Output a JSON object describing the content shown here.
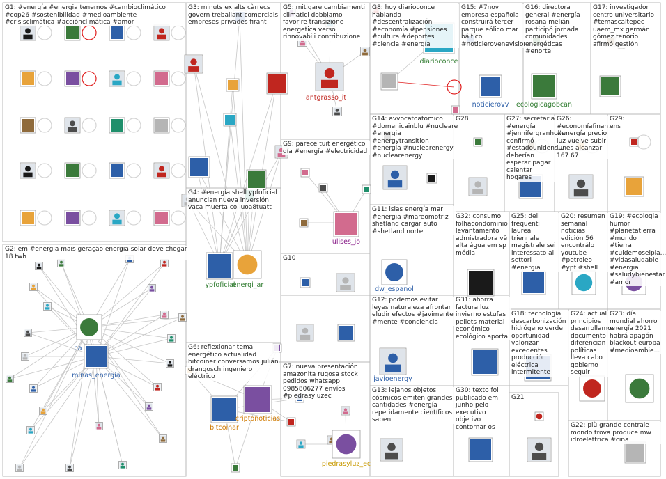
{
  "groups": [
    {
      "id": "G1",
      "label": "G1: #energía #energia tenemos #cambioclimático #cop26 #sostenibilidad #medioambiente #crisisclimática #acciónclimática #amor"
    },
    {
      "id": "G2",
      "label": "G2: em #energia mais geração energia solar deve chegar 18 twh"
    },
    {
      "id": "G3",
      "label": "G3: minuts ex alts càrrecs govern treballant comercials empreses privades firant"
    },
    {
      "id": "G4",
      "label": "G4: #energía shell ypfoficial anuncian nueva inversión vaca muerta co iuoa8tuatt"
    },
    {
      "id": "G5",
      "label": "G5: mitigare cambiamenti climatici dobbiamo favorire transizione energetica verso rinnovabili contribuzione"
    },
    {
      "id": "G6",
      "label": "G6: reflexionar tema energético actualidad bitcoiner conversamos julián drangosch ingeniero eléctrico"
    },
    {
      "id": "G7",
      "label": "G7: nueva presentación amazonita rugosa stock pedidos whatsapp 0985806277 envíos #piedrasyluzec"
    },
    {
      "id": "G8",
      "label": "G8: hoy diarioconce hablando #descentralización #economía #pensiones #cultura #deportes #ciencia #energía"
    },
    {
      "id": "G9",
      "label": "G9: parece tuit energético día #energía #electricidad"
    },
    {
      "id": "G10",
      "label": "G10"
    },
    {
      "id": "G11",
      "label": "G11: islas energía mar #energia #mareomotriz shetland cargar auto #shetland norte"
    },
    {
      "id": "G12",
      "label": "G12: podemos evitar leyes naturaleza afrontar eludir efectos #javimente #mente #conciencia"
    },
    {
      "id": "G13",
      "label": "G13: lejanos objetos cósmicos emiten grandes cantidades #energía repetidamente científicos saben"
    },
    {
      "id": "G14",
      "label": "G14: avvocatoatomico #domenicainblu #nucleare #energia #energytransition #energia #nuclearenergy #nuclearenergy"
    },
    {
      "id": "G15",
      "label": "G15: #7nov empresa española construirá tercer parque eólico mar báltico #noticierovenevision"
    },
    {
      "id": "G16",
      "label": "G16: directora general #energía rosana melián participó jornada comunidades energéticas #enorte"
    },
    {
      "id": "G17",
      "label": "G17: investigador centro universitario #temascaltepec uaem_mx germán gómez tenorio afirmó gestión"
    },
    {
      "id": "G18",
      "label": "G18: tecnología descarbonización hidrógeno verde oportunidad valorizar excedentes producción eléctrica intermitente"
    },
    {
      "id": "G19",
      "label": "G19: #ecologia humor #planetatierra #mundo #tierra #cuidemoselpla... #vidasaludable #energia #saludybienestar #amor"
    },
    {
      "id": "G20",
      "label": "G20: resumen semanal noticias edición 56 encontrálo youtube #petroleo #ypf #shell"
    },
    {
      "id": "G21",
      "label": "G21"
    },
    {
      "id": "G22",
      "label": "G22: più grande centrale mondo trova produce mw idroelettrica #cina"
    },
    {
      "id": "G23",
      "label": "G23: día mundial ahorro energía 2021 habrá apagón blackout europa #medioambie..."
    },
    {
      "id": "G24",
      "label": "G24: actual principios desarrollamos documento diferencian políticas lleva cabo gobierno seguir"
    },
    {
      "id": "G25",
      "label": "G25: dell frequenti laurea triennale magistrale sei interessato ai settori #energia"
    },
    {
      "id": "G26",
      "label": "G26: #economíafinan... #energía precio luz vuelve subir lunes alcanzar 167 67"
    },
    {
      "id": "G27",
      "label": "G27: secretaria #energía #jennifergranhol... confirmó #estadounidens... deberían esperar pagar calentar hogares"
    },
    {
      "id": "G28",
      "label": "G28"
    },
    {
      "id": "G29",
      "label": "G29: ens"
    },
    {
      "id": "G30",
      "label": "G30: texto foi publicado em junho pelo executivo objetivo contornar os"
    },
    {
      "id": "G31",
      "label": "G31: ahorra factura luz invierno estufas pellets material económico ecológico aporta"
    },
    {
      "id": "G32",
      "label": "G32: consumo folhacondominio levantamento admistradora vê alta água em sp média"
    }
  ],
  "node_labels": [
    {
      "key": "minas_energia",
      "text": "minas_energia",
      "color": "#2d5fa8"
    },
    {
      "key": "ca",
      "text": "ca",
      "color": "#2d5fa8"
    },
    {
      "key": "ypfoficial",
      "text": "ypfoficial",
      "color": "#2d7a2d"
    },
    {
      "key": "energi_ar",
      "text": "energi_ar",
      "color": "#2d7a2d"
    },
    {
      "key": "antgrasso_it",
      "text": "antgrasso_it",
      "color": "#c0261f"
    },
    {
      "key": "diarioconce",
      "text": "diarioconce",
      "color": "#2d7a2d"
    },
    {
      "key": "noticierovv",
      "text": "noticierovv",
      "color": "#2d5fa8"
    },
    {
      "key": "ecologicagobcan",
      "text": "ecologicagobcan",
      "color": "#2d7a2d"
    },
    {
      "key": "ulises_jo",
      "text": "ulises_jo",
      "color": "#8a1f8a"
    },
    {
      "key": "dw_espanol",
      "text": "dw_espanol",
      "color": "#2d5fa8"
    },
    {
      "key": "javioenergy",
      "text": "javioenergy",
      "color": "#2d5fa8"
    },
    {
      "key": "bitcoinar",
      "text": "bitcoinar",
      "color": "#d07a00"
    },
    {
      "key": "criptonoticias",
      "text": "criptonoticias",
      "color": "#d07a00"
    },
    {
      "key": "piedrasyluz_ec",
      "text": "piedrasyluz_ec",
      "color": "#c89a00"
    }
  ],
  "colors": {
    "border": "#b9b9b9",
    "edge": "#c6c6c6",
    "red_edge": "#e02020"
  }
}
